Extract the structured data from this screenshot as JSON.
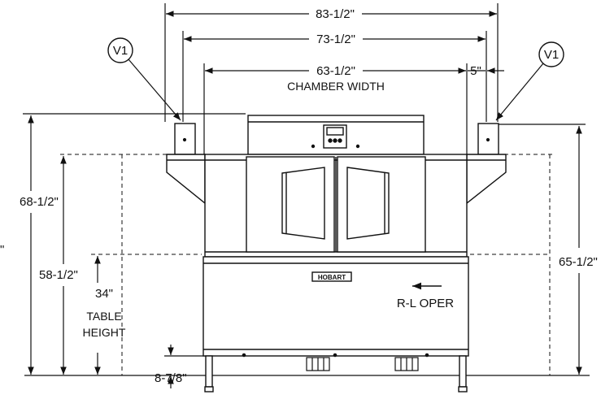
{
  "dimensions": {
    "overall_width": "83-1/2\"",
    "width_73": "73-1/2\"",
    "chamber_width_value": "63-1/2\"",
    "chamber_width_label": "CHAMBER WIDTH",
    "side_offset": "5\"",
    "height_left_total": "68-1/2\"",
    "height_right_total": "65-1/2\"",
    "height_left_inner": "58-1/2\"",
    "table_height_value": "34\"",
    "table_height_line1": "TABLE",
    "table_height_line2": "HEIGHT",
    "leg_clearance": "8-7/8\"",
    "cut_off_fragment": "\""
  },
  "callouts": {
    "vent_left": "V1",
    "vent_right": "V1"
  },
  "labels": {
    "operation_direction": "R-L OPER",
    "nameplate": "HOBART"
  }
}
